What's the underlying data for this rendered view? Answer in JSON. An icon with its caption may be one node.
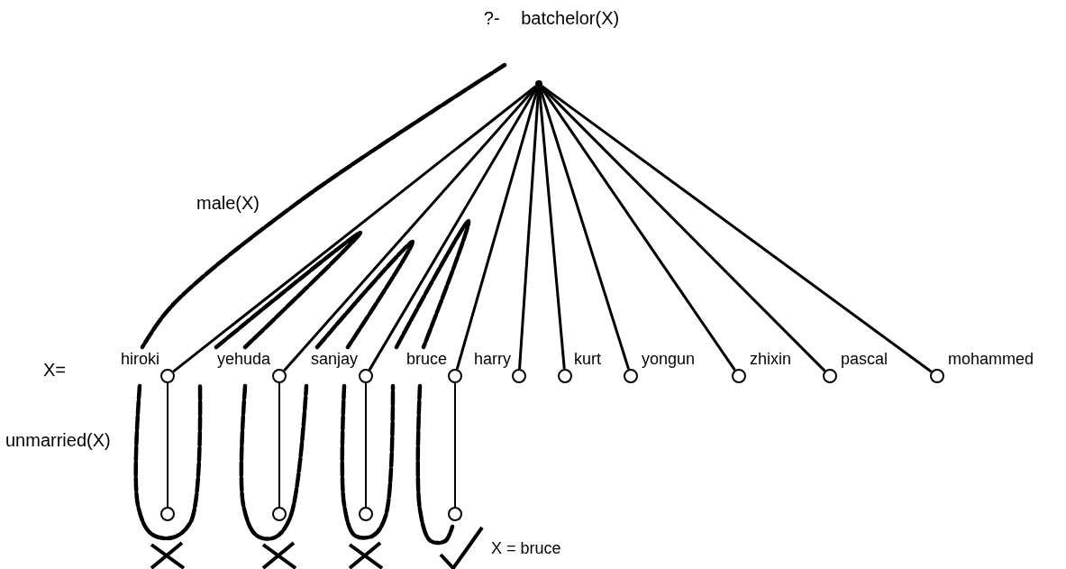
{
  "diagram": {
    "nodes": [
      {
        "text": [],
        "shape": "dot",
        "beside": [
          "?- batchelor(X)"
        ]
      },
      {
        "text": [],
        "shape": "circle",
        "beside": [
          "hiroki"
        ]
      },
      {
        "text": [],
        "shape": "circle",
        "beside": [
          "yehuda"
        ]
      },
      {
        "text": [],
        "shape": "circle",
        "beside": [
          "sanjay"
        ]
      },
      {
        "text": [],
        "shape": "circle",
        "beside": [
          "bruce"
        ]
      },
      {
        "text": [],
        "shape": "circle",
        "beside": [
          "harry"
        ]
      },
      {
        "text": [],
        "shape": "circle",
        "beside": [
          "kurt"
        ]
      },
      {
        "text": [],
        "shape": "circle",
        "beside": [
          "yongun"
        ]
      },
      {
        "text": [],
        "shape": "circle",
        "beside": [
          "zhixin"
        ]
      },
      {
        "text": [],
        "shape": "circle",
        "beside": [
          "pascal"
        ]
      },
      {
        "text": [],
        "shape": "circle",
        "beside": [
          "mohammed"
        ]
      },
      {
        "text": [],
        "shape": "circle"
      },
      {
        "text": [],
        "shape": "circle"
      },
      {
        "text": [],
        "shape": "circle"
      },
      {
        "text": [],
        "shape": "circle",
        "beside": [
          "X = bruce"
        ]
      }
    ],
    "edges": [
      {
        "from": 0,
        "to": 1,
        "arrow": "none"
      },
      {
        "from": 0,
        "to": 2,
        "arrow": "none"
      },
      {
        "from": 0,
        "to": 3,
        "arrow": "none"
      },
      {
        "from": 0,
        "to": 4,
        "arrow": "none"
      },
      {
        "from": 0,
        "to": 5,
        "arrow": "none"
      },
      {
        "from": 0,
        "to": 6,
        "arrow": "none"
      },
      {
        "from": 0,
        "to": 7,
        "arrow": "none"
      },
      {
        "from": 0,
        "to": 8,
        "arrow": "none"
      },
      {
        "from": 0,
        "to": 9,
        "arrow": "none"
      },
      {
        "from": 0,
        "to": 10,
        "arrow": "none"
      },
      {
        "from": 1,
        "to": 11,
        "arrow": "none"
      },
      {
        "from": 2,
        "to": 12,
        "arrow": "none"
      },
      {
        "from": 3,
        "to": 13,
        "arrow": "none"
      },
      {
        "from": 4,
        "to": 14,
        "arrow": "none"
      }
    ],
    "labels": [
      "male(X)",
      "X=",
      "unmarried(X)"
    ]
  }
}
